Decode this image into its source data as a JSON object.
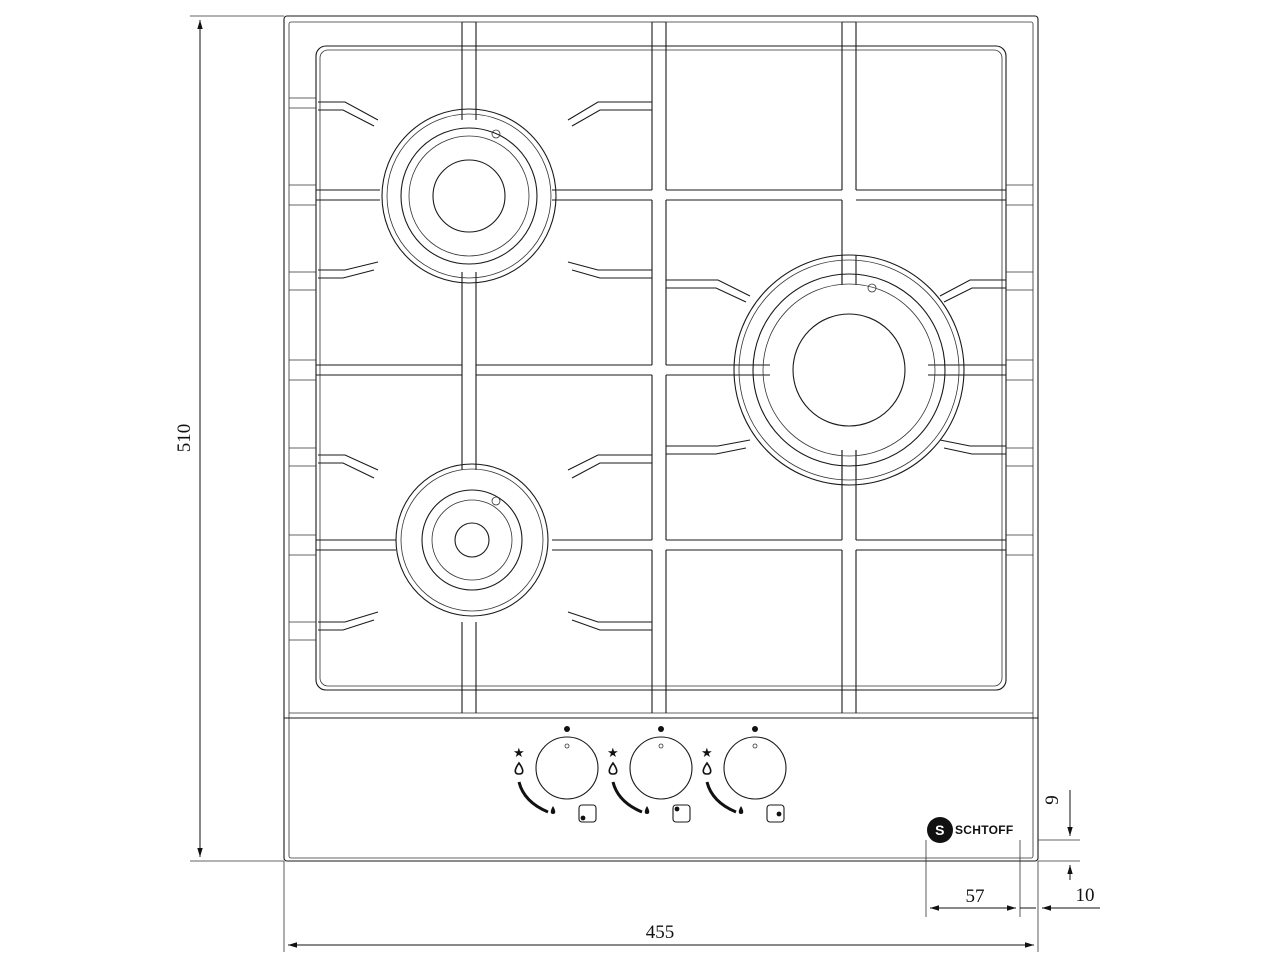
{
  "dimensions": {
    "height": "510",
    "width": "455",
    "logo_offset": "57",
    "margin_right": "10",
    "margin_bottom": "9"
  },
  "brand": {
    "logo_letter": "S",
    "name": "SCHTOFF"
  },
  "burners": [
    {
      "name": "rear-left-burner",
      "size": "medium"
    },
    {
      "name": "right-burner",
      "size": "large"
    },
    {
      "name": "front-left-burner",
      "size": "small"
    }
  ],
  "knobs": [
    {
      "name": "knob-1"
    },
    {
      "name": "knob-2"
    },
    {
      "name": "knob-3"
    }
  ],
  "icons": [
    "star-icon",
    "flame-icon",
    "arc-icon",
    "small-flame-icon",
    "burner-position-icon"
  ],
  "colors": {
    "line": "#1a1a1a",
    "background": "#ffffff"
  }
}
